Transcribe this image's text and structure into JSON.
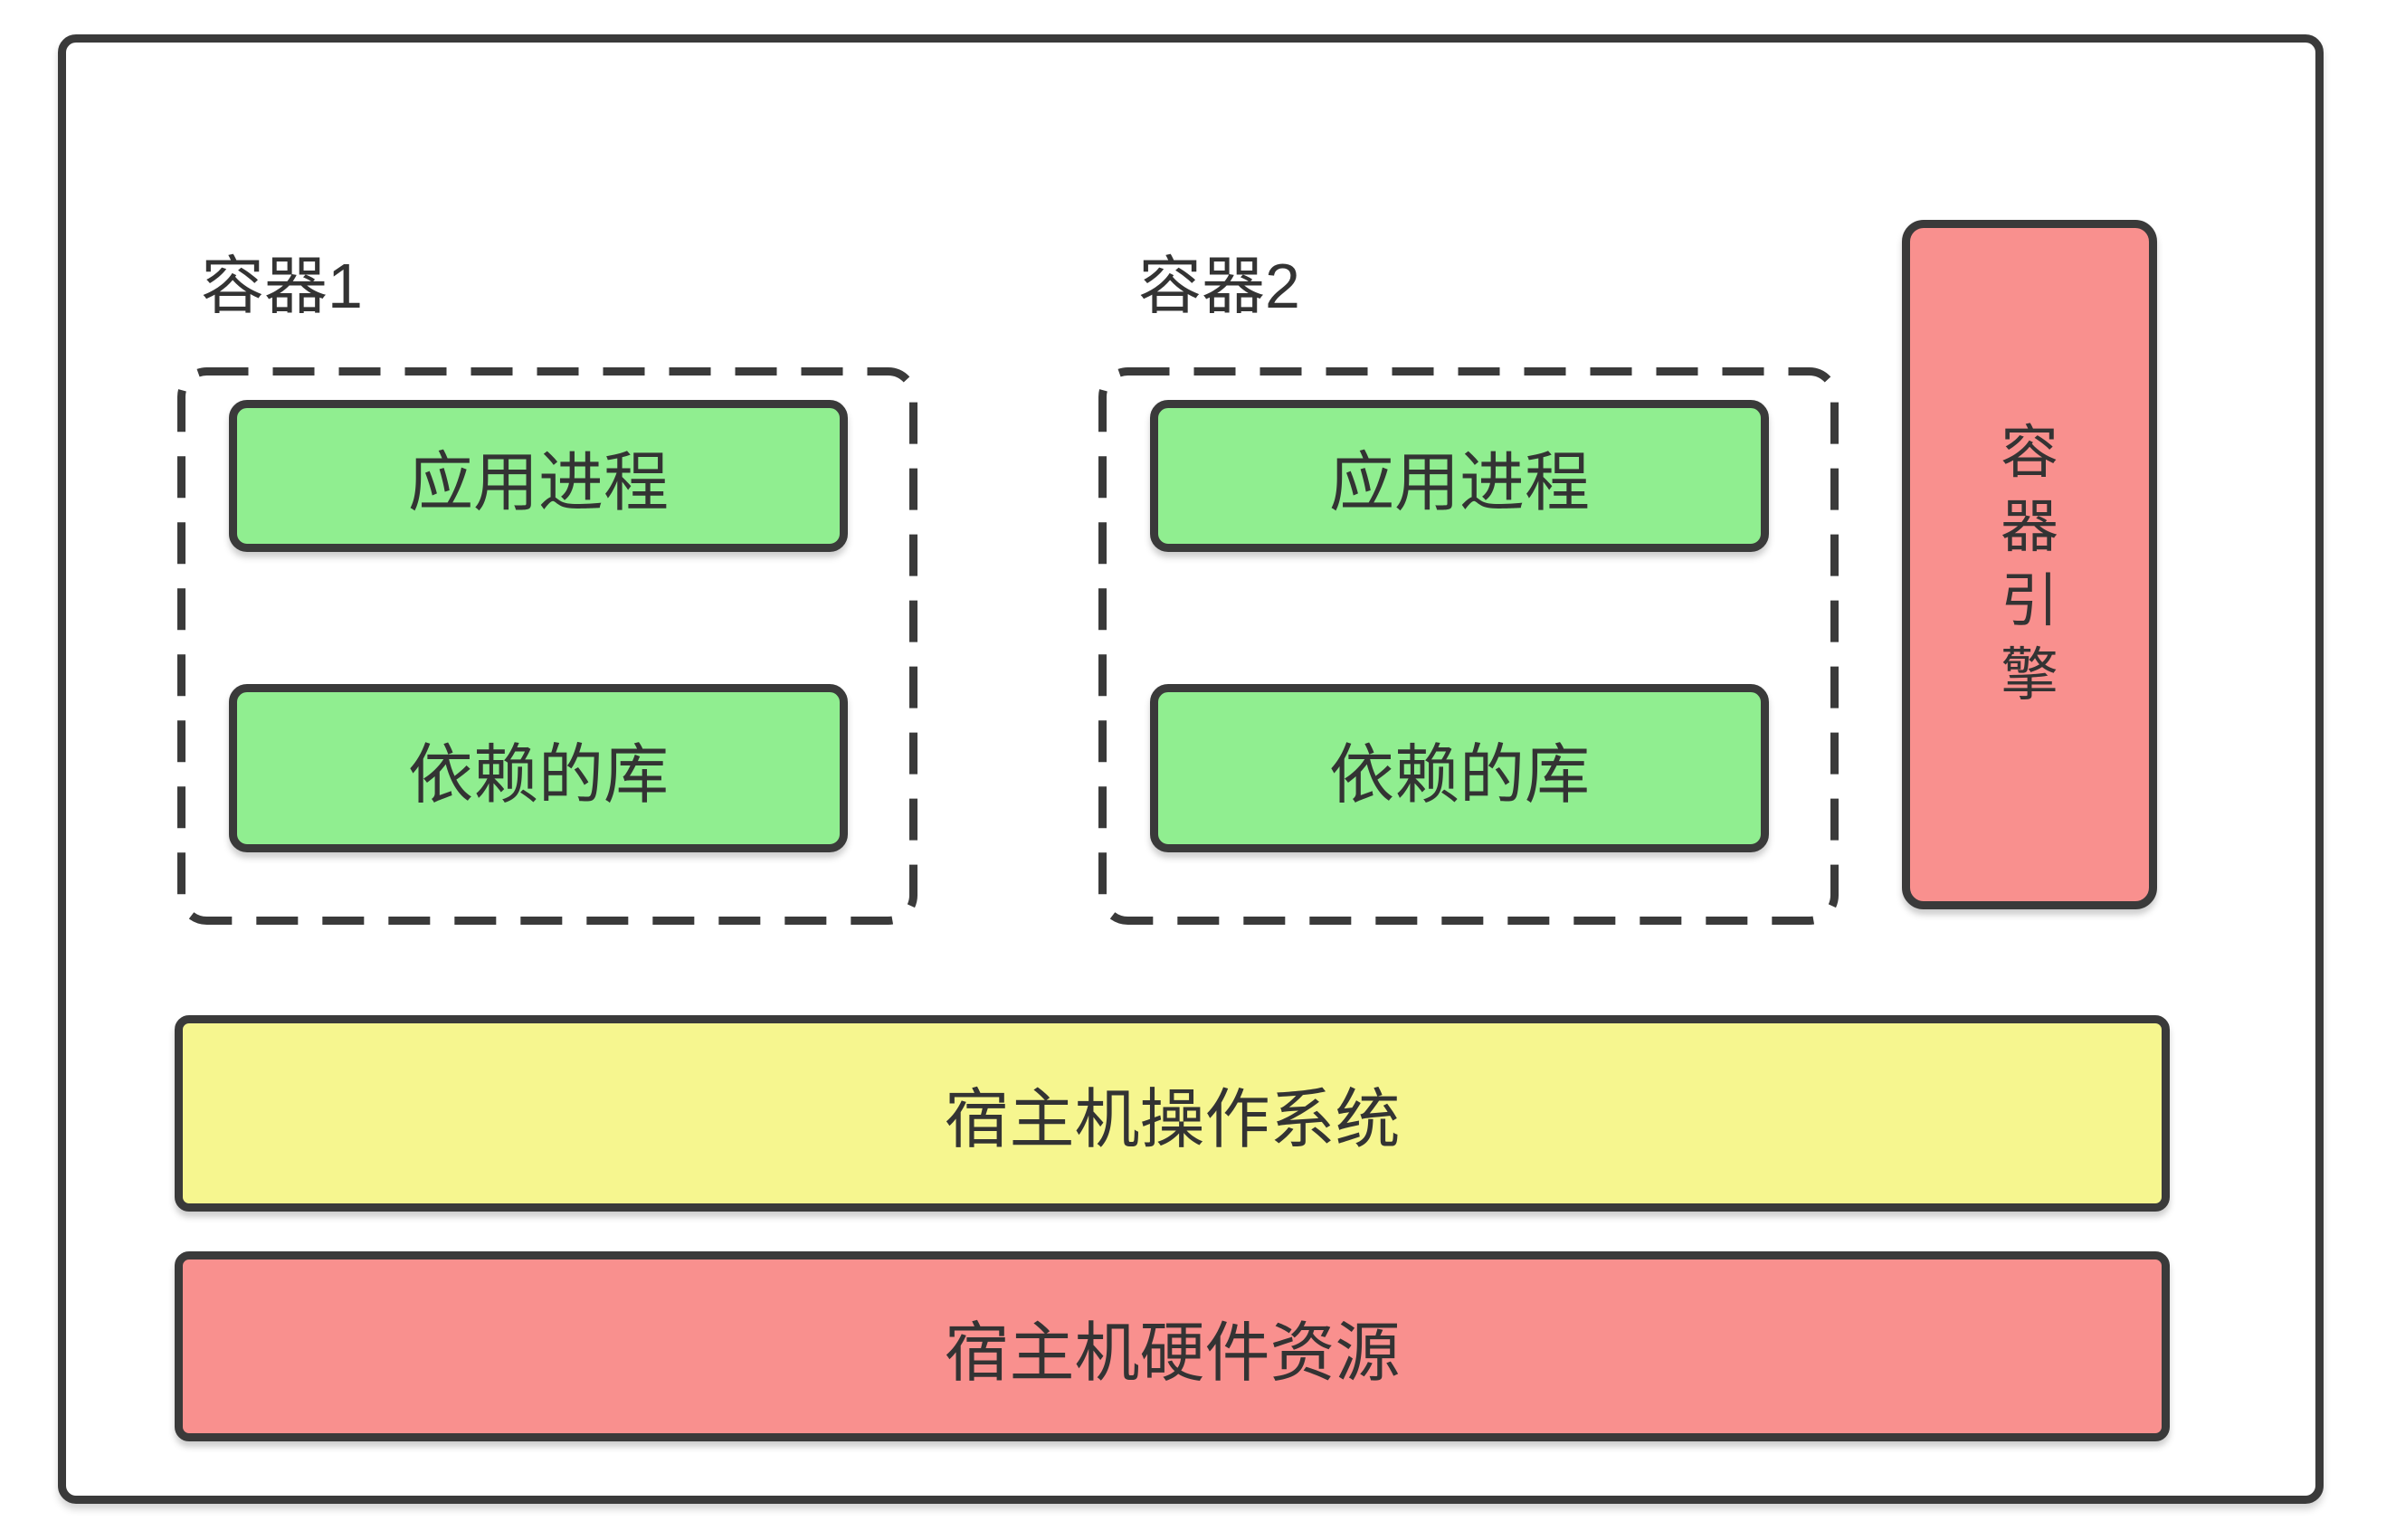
{
  "containers": [
    {
      "label": "容器1",
      "app_process": "应用进程",
      "dependent_libs": "依赖的库"
    },
    {
      "label": "容器2",
      "app_process": "应用进程",
      "dependent_libs": "依赖的库"
    }
  ],
  "engine": {
    "label": "容器引擎"
  },
  "host_layers": [
    {
      "label": "宿主机操作系统",
      "fill": "#F6F68F"
    },
    {
      "label": "宿主机硬件资源",
      "fill": "#F9908E"
    }
  ],
  "colors": {
    "process_box_fill": "#90EE90",
    "engine_fill": "#F9908E",
    "os_layer_fill": "#F6F68F",
    "hardware_layer_fill": "#F9908E",
    "stroke": "#3A3A3A",
    "text": "#333333",
    "background": "#FFFFFF"
  }
}
